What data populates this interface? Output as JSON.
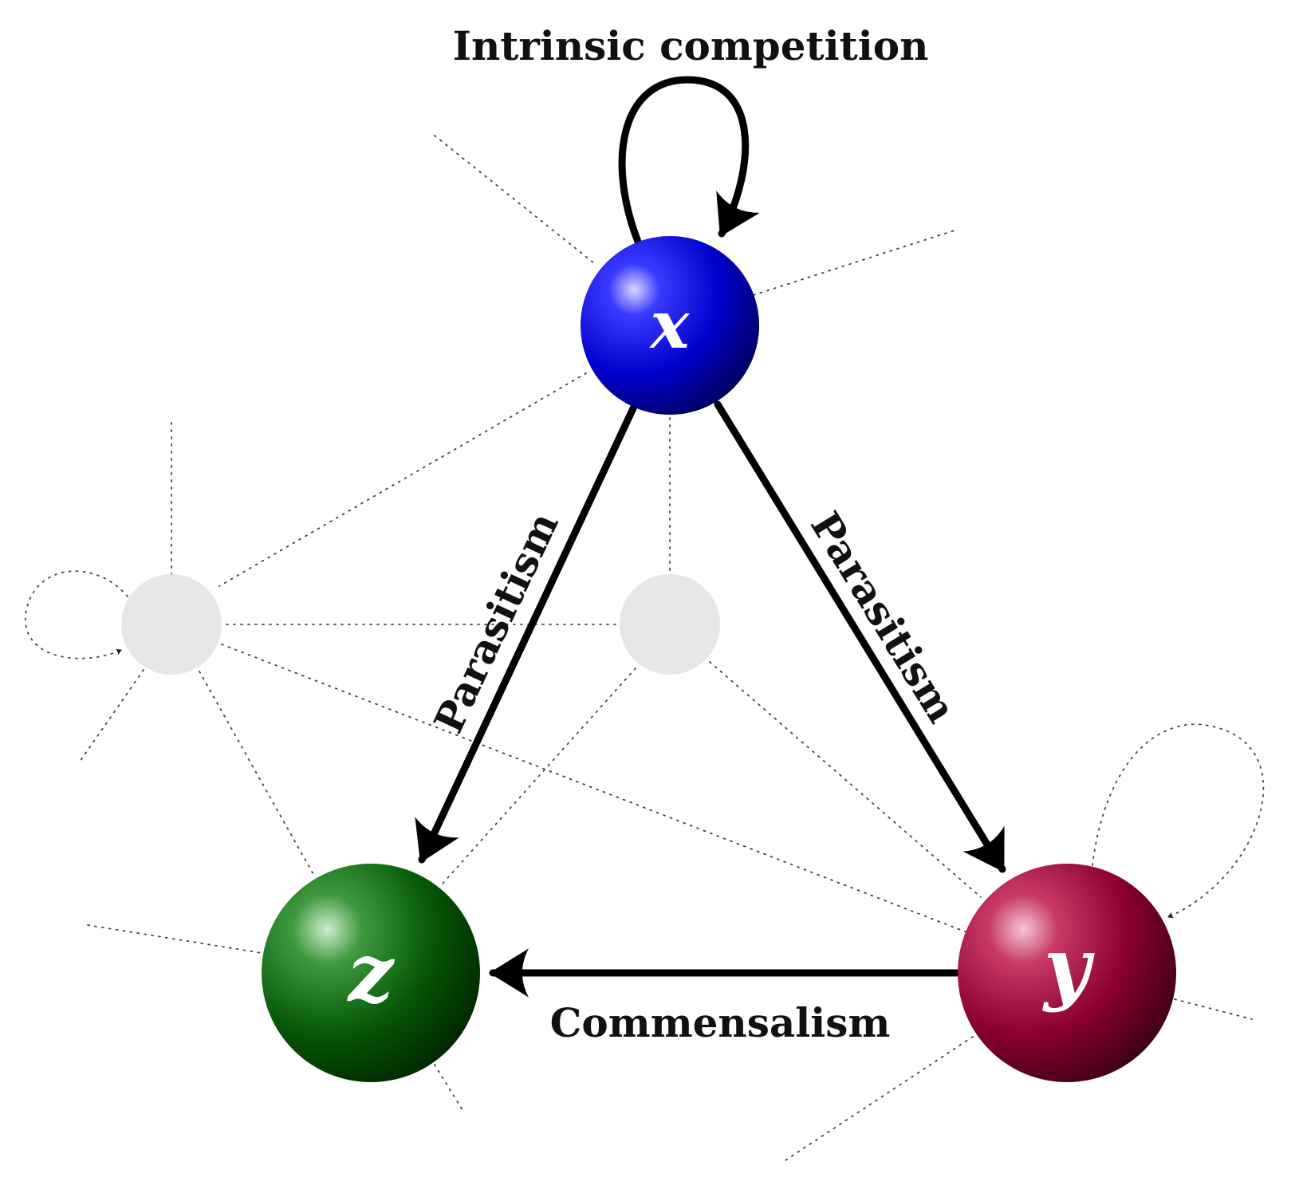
{
  "nodes": {
    "x": {
      "label": "x",
      "color": "#0a0ad8"
    },
    "y": {
      "label": "y",
      "color": "#a3103e"
    },
    "z": {
      "label": "z",
      "color": "#106a10"
    }
  },
  "edges": {
    "self_loop_x": {
      "label": "Intrinsic competition"
    },
    "x_to_z": {
      "label": "Parasitism"
    },
    "x_to_y": {
      "label": "Parasitism"
    },
    "y_to_z": {
      "label": "Commensalism"
    }
  },
  "colors": {
    "edge": "#000000",
    "background_network": "#444444",
    "ghost_node": "#e6e6e6"
  }
}
